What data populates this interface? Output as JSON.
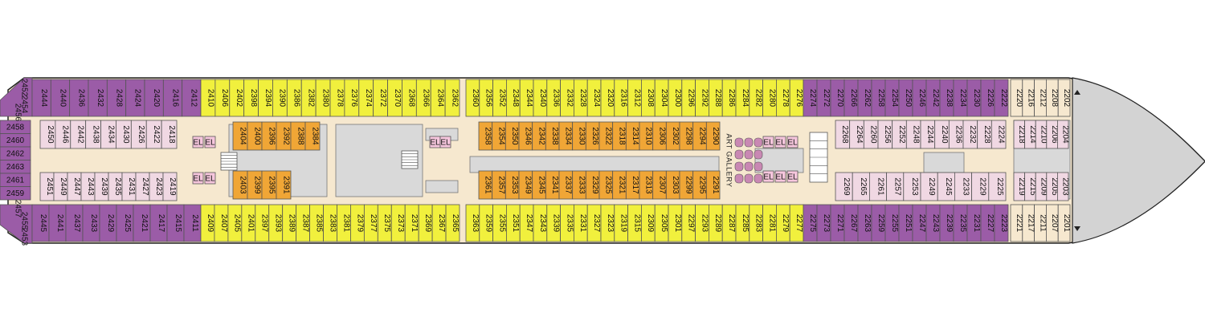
{
  "colors": {
    "suite": "#9b5ca7",
    "balcony": "#f1f03d",
    "oceanview": "#f0a636",
    "interior": "#f0d8e3",
    "corridor": "#f6e8cf",
    "public": "#d9d9d9",
    "elevator": "#f6c6dd",
    "bow": "#d3d3d3",
    "hull_stroke": "#222222"
  },
  "labels": {
    "art_gallery": "ART GALLERY",
    "elevator": "EL"
  },
  "top_suite_aft": [
    "2444",
    "2440",
    "2436",
    "2432",
    "2428",
    "2424",
    "2420",
    "2416",
    "2412"
  ],
  "top_balcony_aft": [
    "2410",
    "2406",
    "2402",
    "2398",
    "2394",
    "2390",
    "2386",
    "2382",
    "2380",
    "2378",
    "2376",
    "2374",
    "2372",
    "2370",
    "2368",
    "2366",
    "2364",
    "2362"
  ],
  "top_balcony_mid": [
    "2360",
    "2356",
    "2352",
    "2348",
    "2344",
    "2340",
    "2336",
    "2332",
    "2328",
    "2324",
    "2320",
    "2316",
    "2312",
    "2308",
    "2304",
    "2300",
    "2296",
    "2292",
    "2288",
    "2286",
    "2284",
    "2282",
    "2280",
    "2278",
    "2276"
  ],
  "top_suite_fwd": [
    "2274",
    "2272",
    "2270",
    "2266",
    "2262",
    "2258",
    "2254",
    "2250",
    "2246",
    "2242",
    "2238",
    "2234",
    "2230",
    "2226",
    "2222"
  ],
  "bot_suite_aft": [
    "2445",
    "2441",
    "2437",
    "2433",
    "2429",
    "2425",
    "2421",
    "2417",
    "2415",
    "2411"
  ],
  "bot_balcony_aft": [
    "2409",
    "2407",
    "2405",
    "2401",
    "2397",
    "2393",
    "2389",
    "2387",
    "2385",
    "2383",
    "2381",
    "2379",
    "2377",
    "2375",
    "2373",
    "2371",
    "2369",
    "2367",
    "2365"
  ],
  "bot_balcony_mid": [
    "2363",
    "2359",
    "2355",
    "2351",
    "2347",
    "2343",
    "2339",
    "2335",
    "2331",
    "2327",
    "2323",
    "2319",
    "2315",
    "2309",
    "2305",
    "2301",
    "2297",
    "2293",
    "2289",
    "2287",
    "2285",
    "2283",
    "2281",
    "2279",
    "2277"
  ],
  "bot_suite_fwd": [
    "2275",
    "2273",
    "2271",
    "2267",
    "2263",
    "2259",
    "2255",
    "2251",
    "2247",
    "2243",
    "2239",
    "2235",
    "2231",
    "2227",
    "2223"
  ],
  "fore_top": [
    "2220",
    "2216",
    "2212",
    "2208",
    "2202"
  ],
  "fore_bot": [
    "2221",
    "2217",
    "2211",
    "2207",
    "2201"
  ],
  "aft_end": [
    "2452",
    "2454",
    "2456",
    "2458",
    "2460",
    "2462",
    "2463",
    "2461",
    "2459",
    "2457",
    "2455",
    "2453"
  ],
  "in_top_aft": [
    "2450",
    "2446",
    "2442",
    "2438",
    "2434",
    "2430",
    "2426",
    "2422",
    "2418"
  ],
  "in_bot_aft": [
    "2451",
    "2449",
    "2447",
    "2443",
    "2439",
    "2435",
    "2431",
    "2427",
    "2423",
    "2419"
  ],
  "in_top_fwd": [
    "2268",
    "2264",
    "2260",
    "2256",
    "2252",
    "2248",
    "2244",
    "2240",
    "2236",
    "2232",
    "2228",
    "2224"
  ],
  "in_bot_fwd": [
    "2269",
    "2265",
    "2261",
    "2257",
    "2253",
    "2249",
    "2245",
    "2233",
    "2229",
    "2225"
  ],
  "in_fore_top": [
    "2218",
    "2214",
    "2210",
    "2206",
    "2204"
  ],
  "in_fore_bot": [
    "2219",
    "2215",
    "2209",
    "2205",
    "2203"
  ],
  "ov_top_aft": [
    "2404",
    "2400",
    "2396",
    "2392",
    "2388",
    "2384"
  ],
  "ov_bot_aft": [
    "2403",
    "2399",
    "2395",
    "2391"
  ],
  "ov_top_mid": [
    "2358",
    "2354",
    "2350",
    "2346",
    "2342",
    "2338",
    "2334",
    "2330",
    "2326",
    "2322",
    "2318",
    "2314",
    "2310",
    "2306",
    "2302",
    "2298",
    "2294",
    "2290"
  ],
  "ov_bot_mid": [
    "2361",
    "2357",
    "2353",
    "2349",
    "2345",
    "2341",
    "2337",
    "2333",
    "2329",
    "2325",
    "2321",
    "2317",
    "2313",
    "2307",
    "2303",
    "2299",
    "2295",
    "2291"
  ]
}
